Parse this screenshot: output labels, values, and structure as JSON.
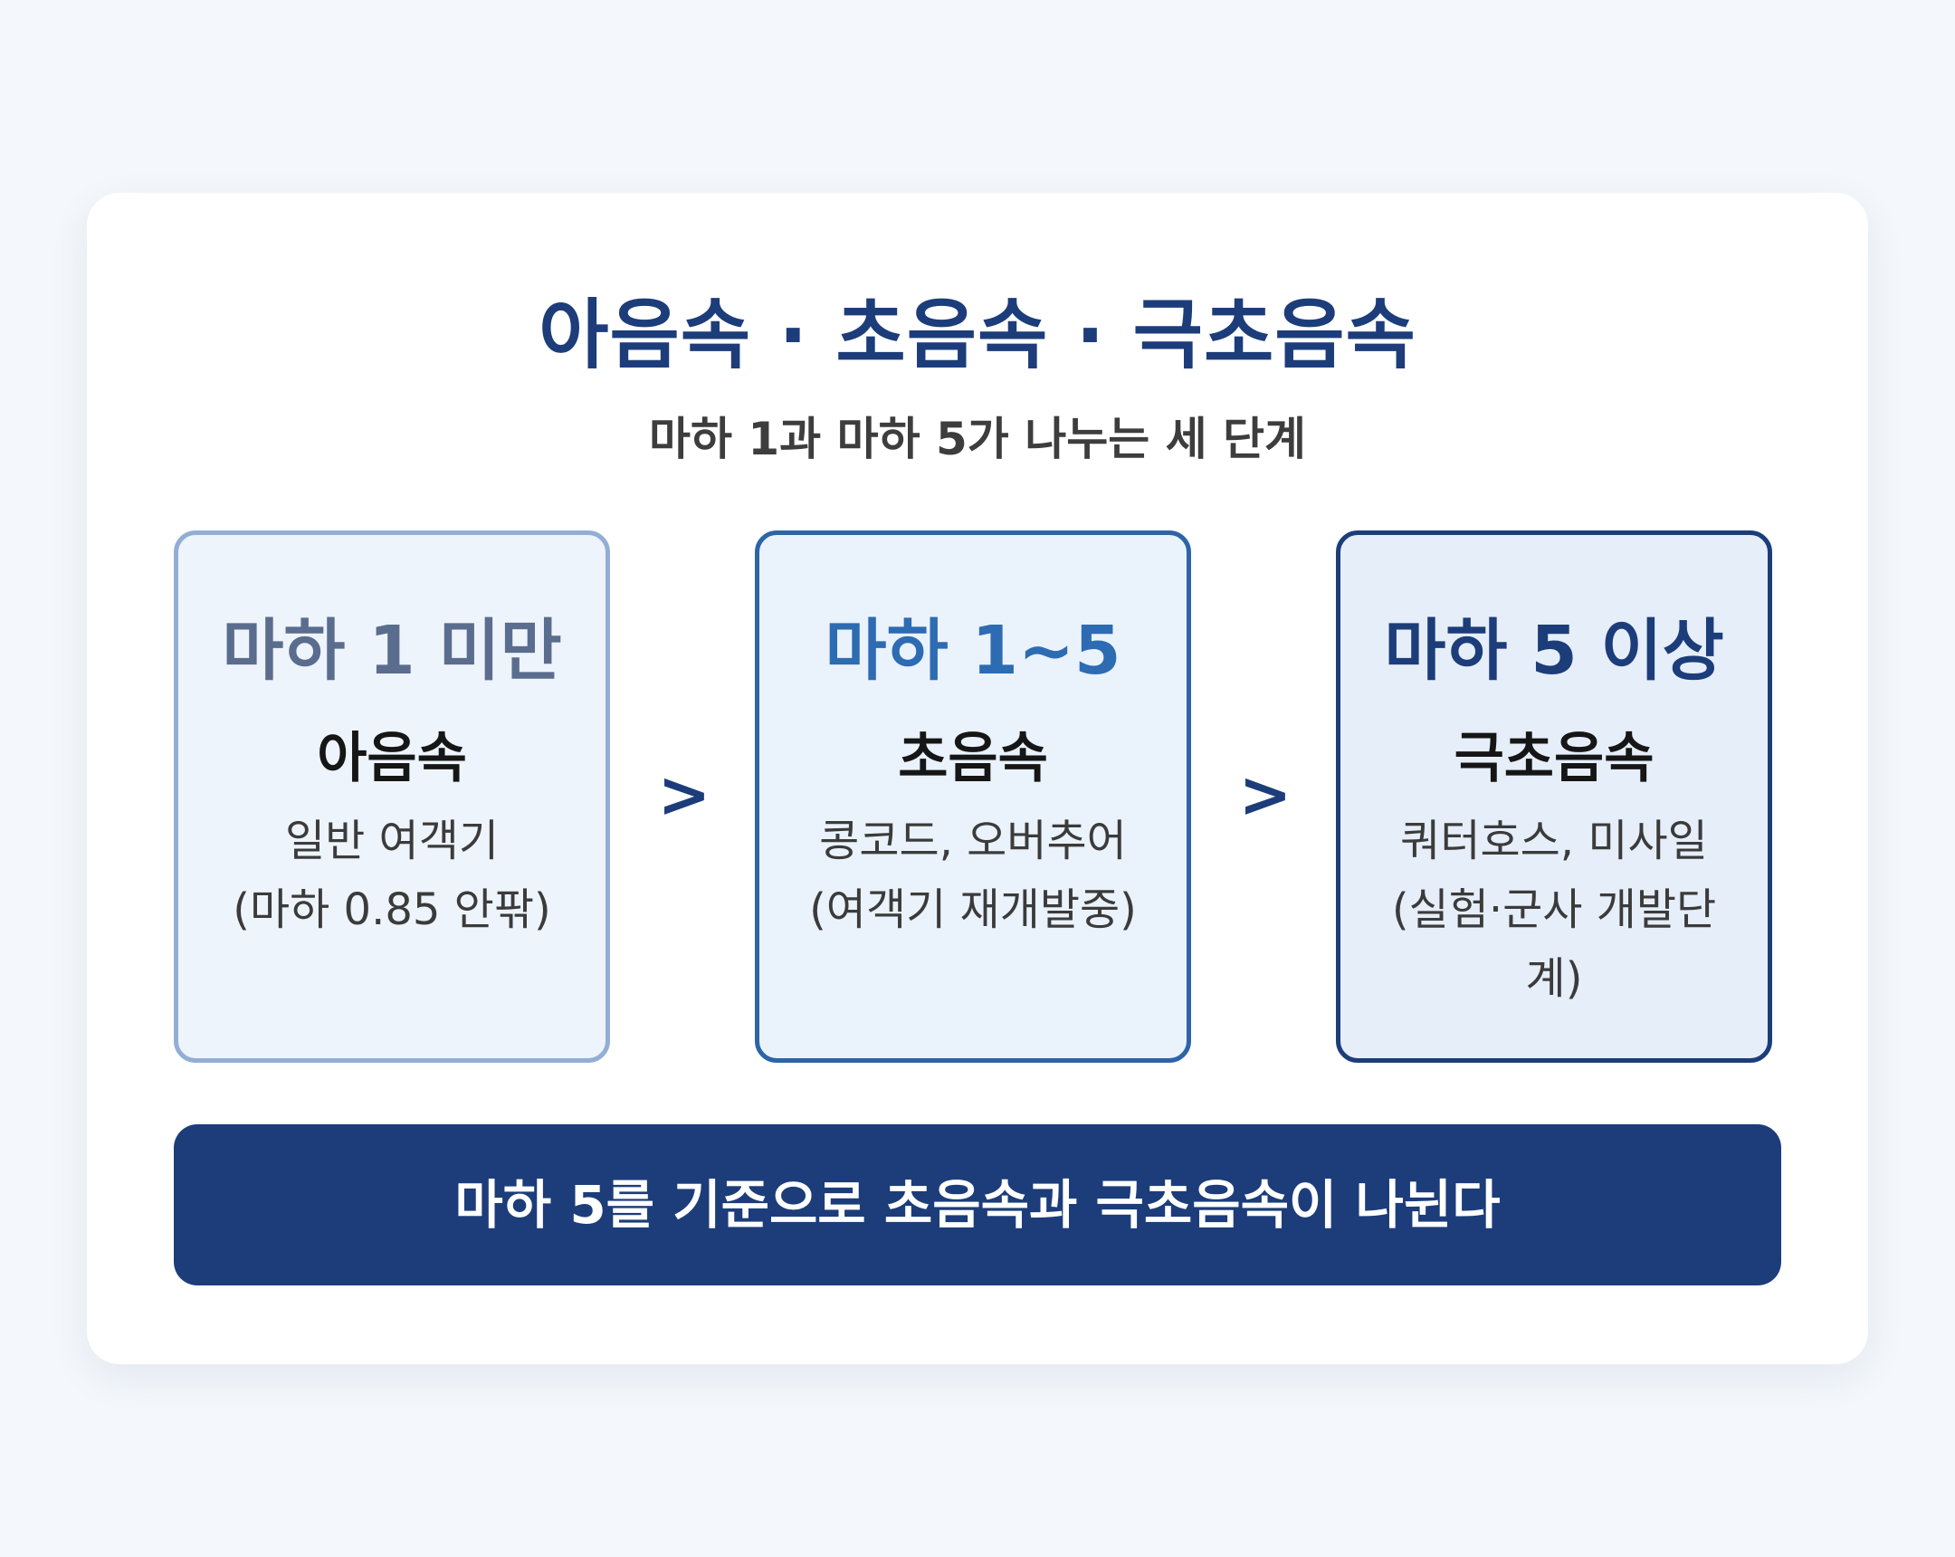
{
  "header": {
    "title": "아음속 · 초음속 · 극초음속",
    "subtitle": "마하 1과 마하 5가 나누는 세 단계"
  },
  "stages": [
    {
      "range": "마하 1 미만",
      "name": "아음속",
      "desc_line1": "일반 여객기",
      "desc_line2": "(마하 0.85 안팎)"
    },
    {
      "range": "마하 1~5",
      "name": "초음속",
      "desc_line1": "콩코드, 오버추어",
      "desc_line2": "(여객기 재개발중)"
    },
    {
      "range": "마하 5 이상",
      "name": "극초음속",
      "desc_line1": "쿼터호스, 미사일",
      "desc_line2": "(실험·군사 개발단계)"
    }
  ],
  "arrows": [
    ">",
    ">"
  ],
  "footer": {
    "banner": "마하 5를 기준으로 초음속과 극초음속이 나뉜다"
  },
  "colors": {
    "primary": "#1c3d7a",
    "mid_blue": "#2d6bb3",
    "muted_blue": "#5a6d8e",
    "page_bg": "#f4f7fb"
  }
}
